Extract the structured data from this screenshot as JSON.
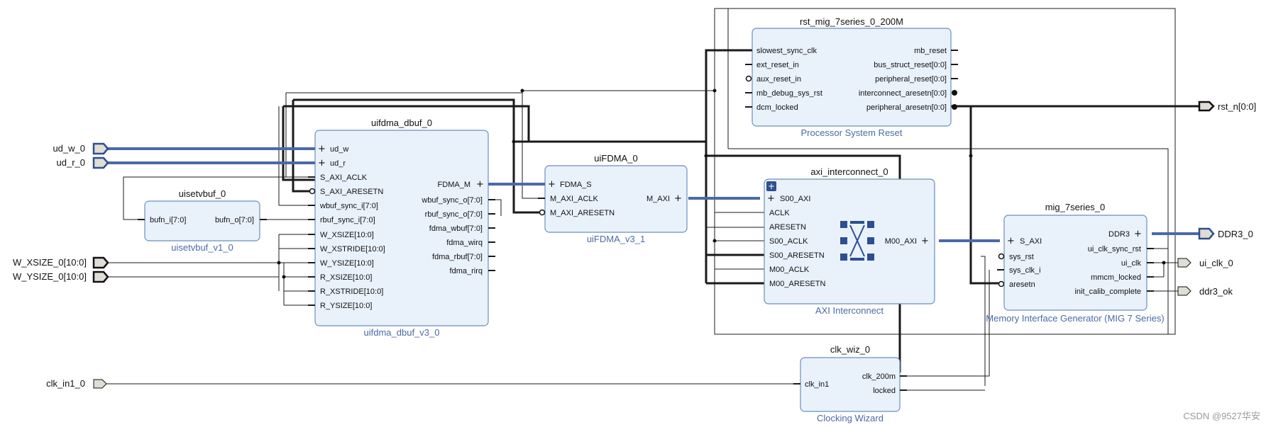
{
  "blocks": {
    "rst": {
      "name": "rst_mig_7series_0_200M",
      "caption": "Processor System Reset",
      "left_pins": [
        "slowest_sync_clk",
        "ext_reset_in",
        "aux_reset_in",
        "mb_debug_sys_rst",
        "dcm_locked"
      ],
      "right_pins": [
        "mb_reset",
        "bus_struct_reset[0:0]",
        "peripheral_reset[0:0]",
        "interconnect_aresetn[0:0]",
        "peripheral_aresetn[0:0]"
      ]
    },
    "uifdma_dbuf": {
      "name": "uifdma_dbuf_0",
      "caption": "uifdma_dbuf_v3_0",
      "left_pins": [
        "ud_w",
        "ud_r",
        "S_AXI_ACLK",
        "S_AXI_ARESETN",
        "wbuf_sync_i[7:0]",
        "rbuf_sync_i[7:0]",
        "W_XSIZE[10:0]",
        "W_XSTRIDE[10:0]",
        "W_YSIZE[10:0]",
        "R_XSIZE[10:0]",
        "R_XSTRIDE[10:0]",
        "R_YSIZE[10:0]"
      ],
      "right_pins": [
        "FDMA_M",
        "wbuf_sync_o[7:0]",
        "rbuf_sync_o[7:0]",
        "fdma_wbuf[7:0]",
        "fdma_wirq",
        "fdma_rbuf[7:0]",
        "fdma_rirq"
      ]
    },
    "uisetvbuf": {
      "name": "uisetvbuf_0",
      "caption": "uisetvbuf_v1_0",
      "left_pins": [
        "bufn_i[7:0]"
      ],
      "right_pins": [
        "bufn_o[7:0]"
      ]
    },
    "uifdma": {
      "name": "uiFDMA_0",
      "caption": "uiFDMA_v3_1",
      "left_pins": [
        "FDMA_S",
        "M_AXI_ACLK",
        "M_AXI_ARESETN"
      ],
      "right_pins": [
        "M_AXI"
      ]
    },
    "axi_ic": {
      "name": "axi_interconnect_0",
      "caption": "AXI Interconnect",
      "left_pins": [
        "S00_AXI",
        "ACLK",
        "ARESETN",
        "S00_ACLK",
        "S00_ARESETN",
        "M00_ACLK",
        "M00_ARESETN"
      ],
      "right_pins": [
        "M00_AXI"
      ]
    },
    "mig": {
      "name": "mig_7series_0",
      "caption": "Memory Interface Generator (MIG 7 Series)",
      "left_pins": [
        "S_AXI",
        "sys_rst",
        "sys_clk_i",
        "aresetn"
      ],
      "right_pins": [
        "DDR3",
        "ui_clk_sync_rst",
        "ui_clk",
        "mmcm_locked",
        "init_calib_complete"
      ]
    },
    "clk_wiz": {
      "name": "clk_wiz_0",
      "caption": "Clocking Wizard",
      "left_pins": [
        "clk_in1"
      ],
      "right_pins": [
        "clk_200m",
        "locked"
      ]
    }
  },
  "ports": {
    "ud_w_0": "ud_w_0",
    "ud_r_0": "ud_r_0",
    "w_xsize": "W_XSIZE_0[10:0]",
    "w_ysize": "W_YSIZE_0[10:0]",
    "clk_in1": "clk_in1_0",
    "rst_n": "rst_n[0:0]",
    "ddr3": "DDR3_0",
    "ui_clk": "ui_clk_0",
    "ddr3_ok": "ddr3_ok"
  },
  "watermark": "CSDN @9527华安",
  "colors": {
    "block_fill": "#e9f1fb",
    "block_stroke": "#6b8fbf",
    "bus": "#4a6aa8",
    "caption": "#4a6aa8"
  }
}
